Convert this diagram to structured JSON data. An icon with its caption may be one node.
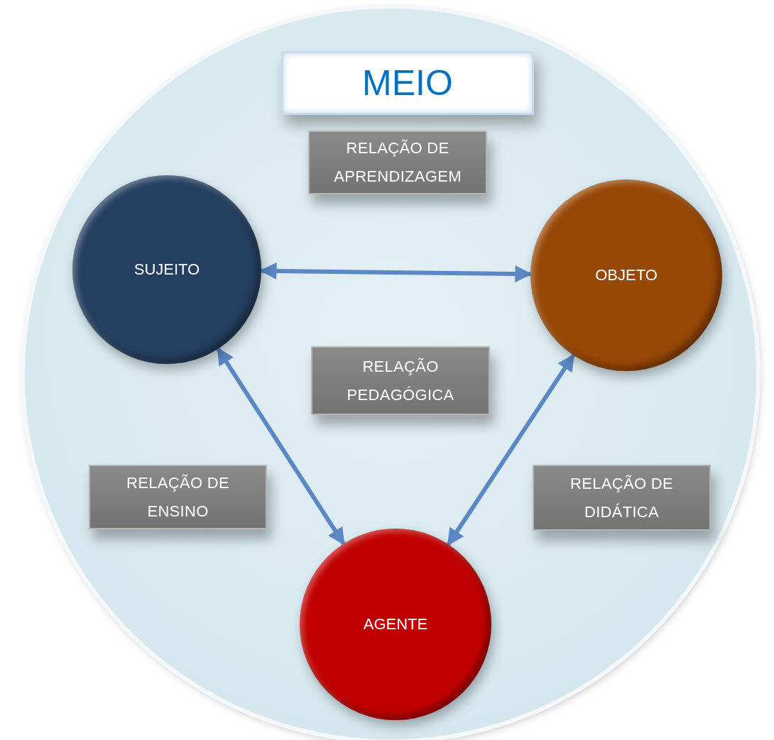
{
  "diagram": {
    "nodes": [
      {
        "text": [],
        "shape": "circle"
      },
      {
        "text": [
          "MEIO"
        ],
        "in": 0
      },
      {
        "text": [
          "RELAÇÃO DE APRENDIZAGEM"
        ],
        "in": 0
      },
      {
        "text": [
          "SUJEITO"
        ],
        "in": 0
      },
      {
        "text": [
          "OBJETO"
        ],
        "in": 0
      },
      {
        "text": [
          "RELAÇÃO PEDAGÓGICA"
        ],
        "in": 0
      },
      {
        "text": [
          "RELAÇÃO DE ENSINO"
        ],
        "in": 0
      },
      {
        "text": [
          "RELAÇÃO DE DIDÁTICA"
        ],
        "in": 0
      },
      {
        "text": [
          "AGENTE"
        ],
        "in": 0
      }
    ],
    "edges": [
      {
        "from": 3,
        "to": 4,
        "arrow": "both"
      },
      {
        "from": 3,
        "to": 8,
        "arrow": "both"
      },
      {
        "from": 4,
        "to": 8,
        "arrow": "both"
      }
    ]
  }
}
